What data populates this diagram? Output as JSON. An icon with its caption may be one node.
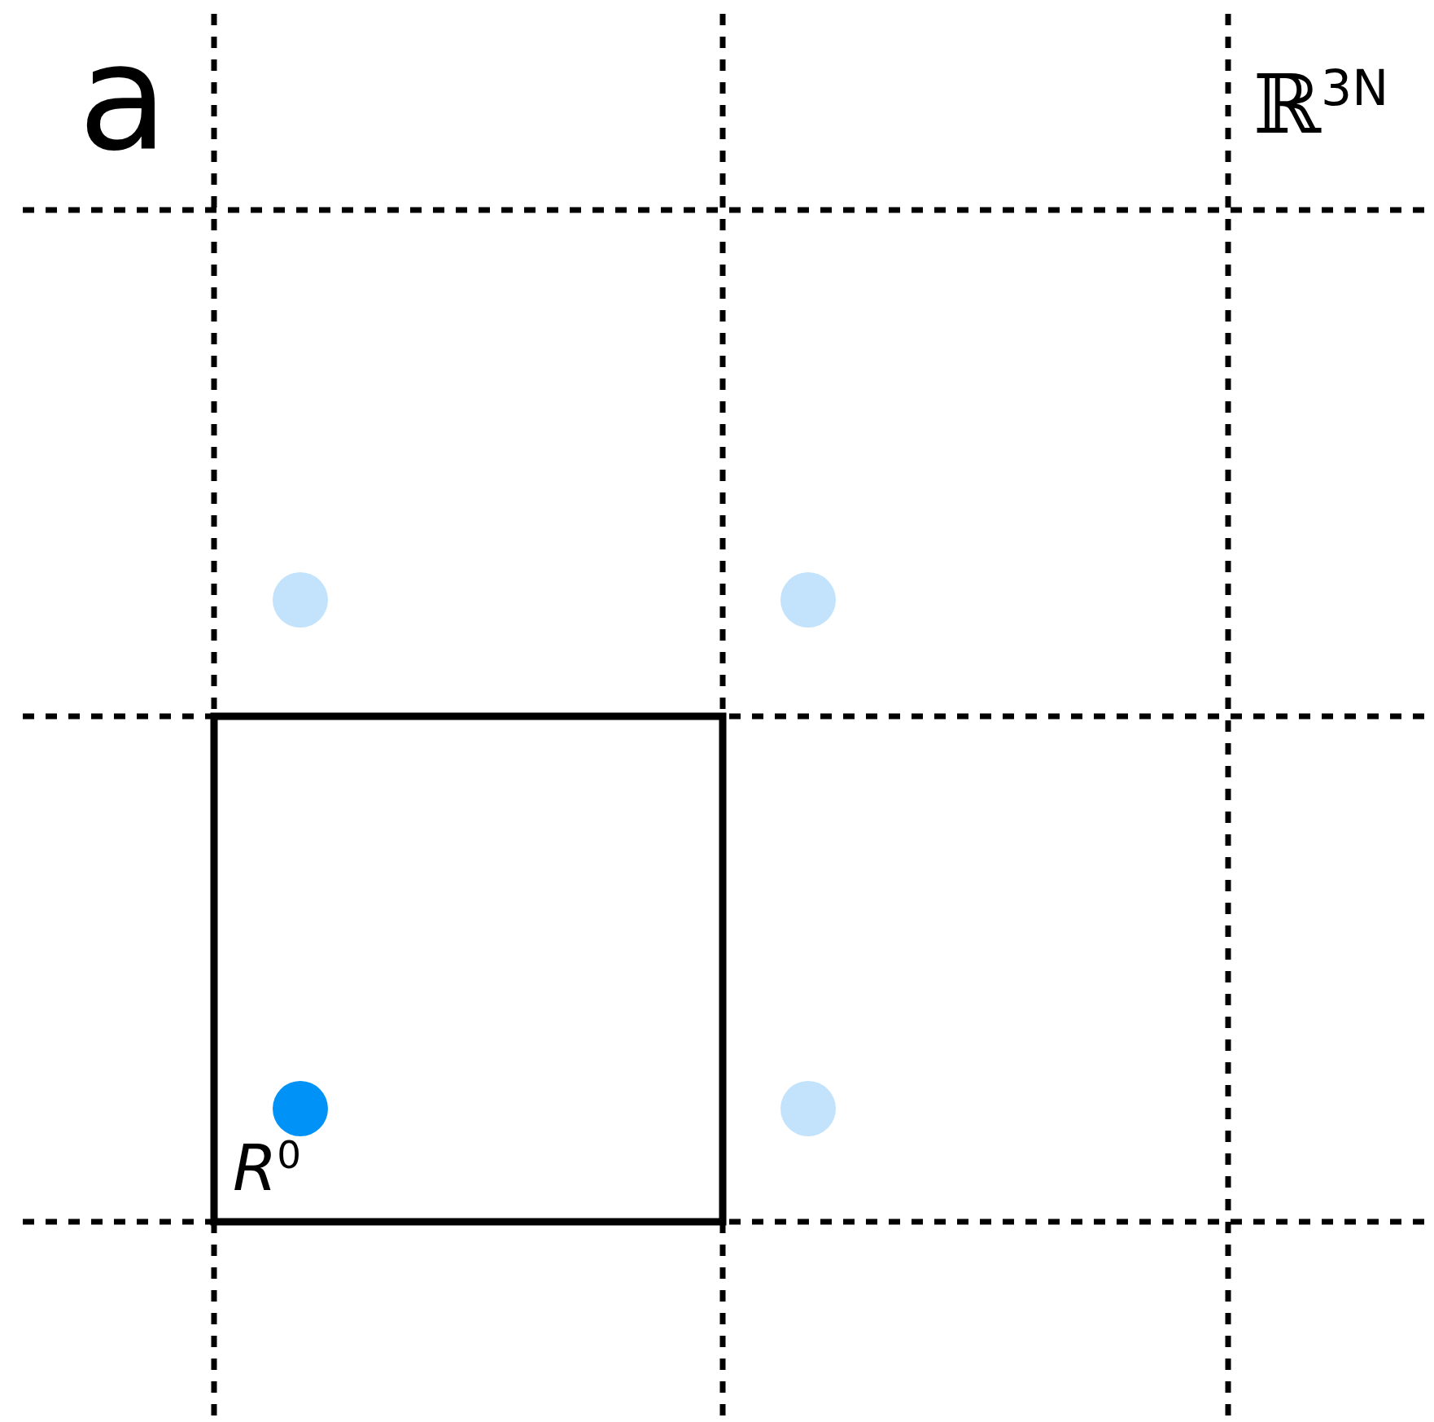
{
  "diagram": {
    "labels": [
      "a",
      "ℝ$^{3N}$",
      "*R*$^{0}$"
    ]
  }
}
